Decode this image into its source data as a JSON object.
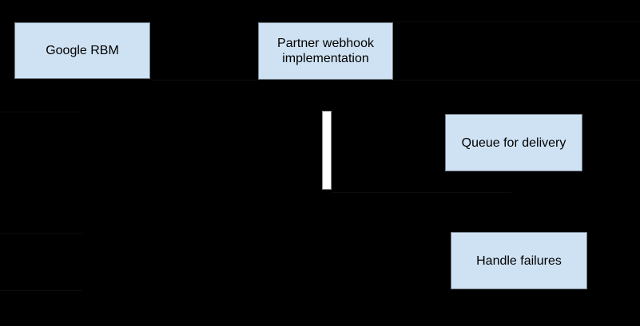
{
  "canvas": {
    "background_color": "#000000"
  },
  "styles": {
    "node_fill": "#cfe2f3",
    "node_text_color": "#000000",
    "activation_bar_fill": "#ffffff"
  },
  "nodes": [
    {
      "id": "google-rbm",
      "label": "Google RBM"
    },
    {
      "id": "partner-webhook",
      "label": "Partner webhook implementation"
    },
    {
      "id": "queue-for-delivery",
      "label": "Queue for delivery"
    },
    {
      "id": "handle-failures",
      "label": "Handle failures"
    }
  ]
}
